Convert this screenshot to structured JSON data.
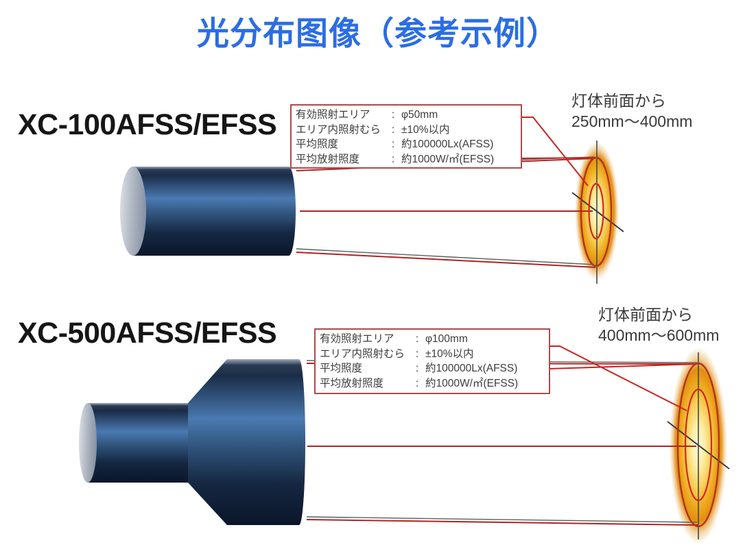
{
  "title": "光分布图像（参考示例）",
  "sections": [
    {
      "model": "XC-100AFSS/EFSS",
      "distance": {
        "line1": "灯体前面から",
        "line2": "250mm～400mm"
      },
      "spec_box": {
        "colon": ":",
        "rows": [
          {
            "label": "有効照射エリア",
            "value": "φ50mm"
          },
          {
            "label": "エリア内照射むら",
            "value": "±10%以内"
          },
          {
            "label": "平均照度",
            "value": "約100000Lx(AFSS)"
          },
          {
            "label": "平均放射照度",
            "value": "約1000W/㎡(EFSS)"
          }
        ]
      }
    },
    {
      "model": "XC-500AFSS/EFSS",
      "distance": {
        "line1": "灯体前面から",
        "line2": "400mm～600mm"
      },
      "spec_box": {
        "colon": ":",
        "rows": [
          {
            "label": "有効照射エリア",
            "value": "φ100mm"
          },
          {
            "label": "エリア内照射むら",
            "value": "±10%以内"
          },
          {
            "label": "平均照度",
            "value": "約100000Lx(AFSS)"
          },
          {
            "label": "平均放射照度",
            "value": "約1000W/㎡(EFSS)"
          }
        ]
      }
    }
  ],
  "colors": {
    "title_blue": "#2b6de4",
    "annotation_red": "#c9241f",
    "beam_red": "#b02424",
    "spec_box_border": "#a84c4c",
    "lamp_body_blue": "#4a7ab2",
    "lamp_dark_navy": "#0a1629",
    "glow_core_yellow": "#fffbdc",
    "glow_amber": "#e18e10",
    "axis_gray": "#3b3b3b"
  }
}
